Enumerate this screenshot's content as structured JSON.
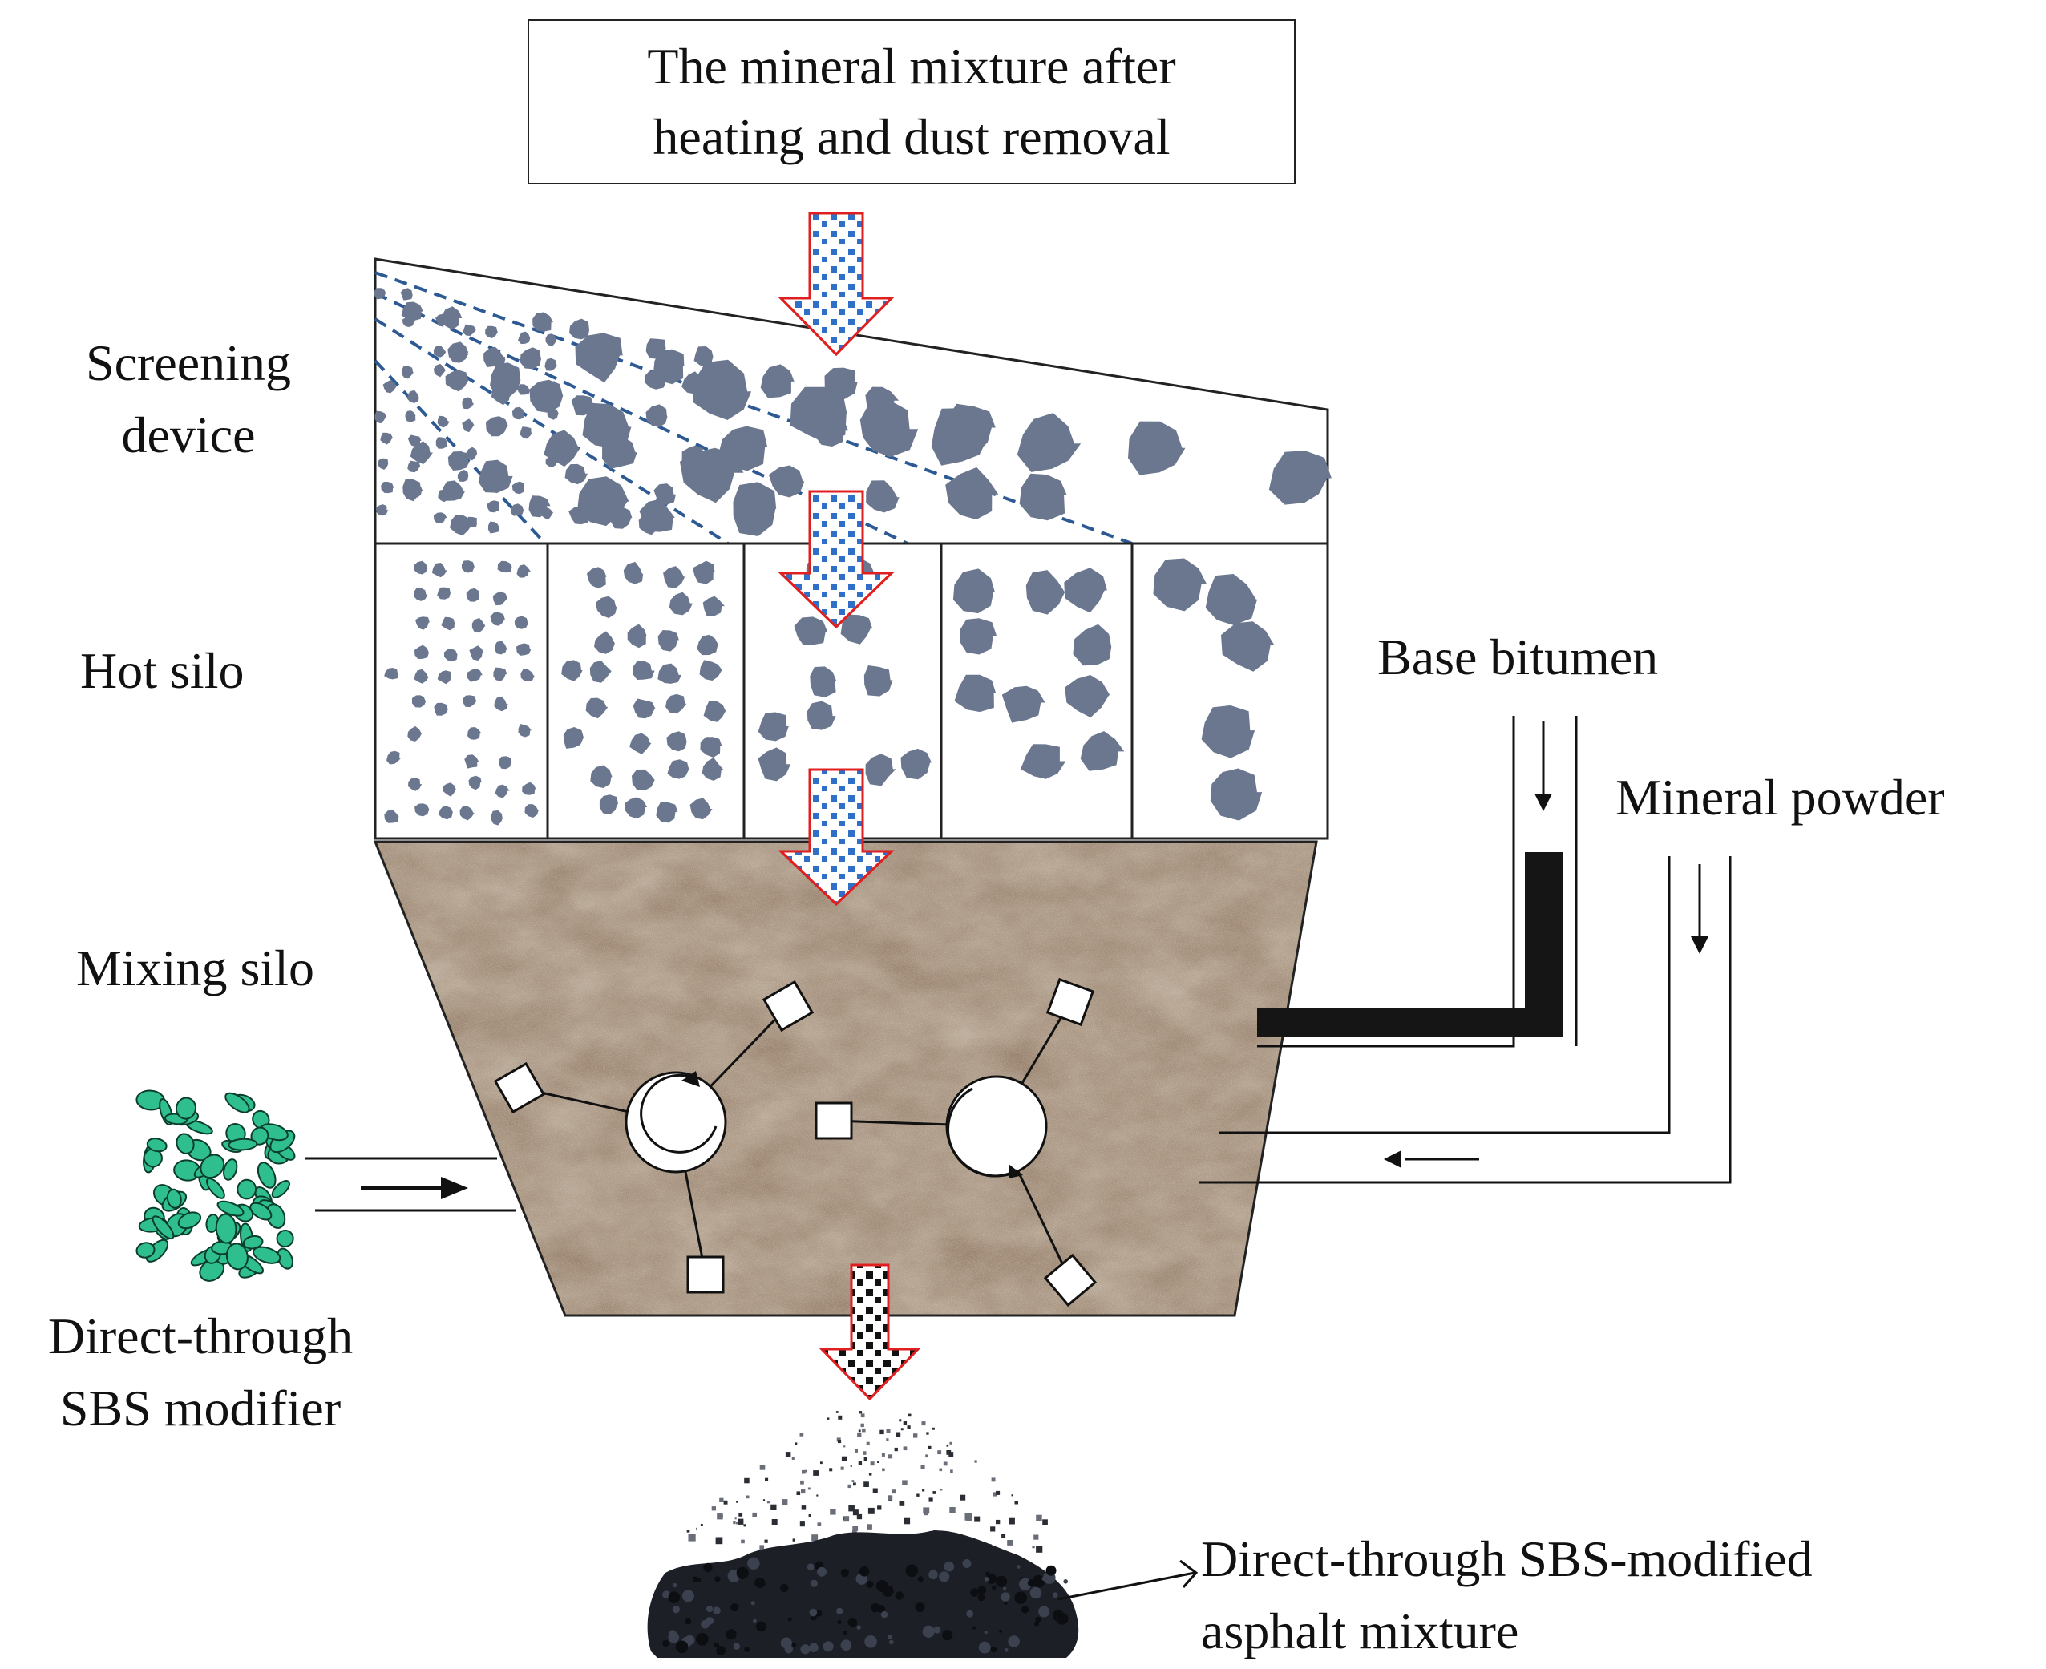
{
  "title_box": {
    "line1": "The mineral mixture after",
    "line2": "heating and dust removal"
  },
  "labels": {
    "screening": {
      "line1": "Screening",
      "line2": "device"
    },
    "hot_silo": "Hot silo",
    "mixing_silo": "Mixing silo",
    "base_bitumen": "Base bitumen",
    "mineral_powder": "Mineral powder",
    "modifier": {
      "line1": "Direct-through",
      "line2": "SBS modifier"
    },
    "product": {
      "line1": "Direct-through SBS-modified",
      "line2": "asphalt mixture"
    }
  },
  "colors": {
    "stone": "#6b778f",
    "screen_line": "#2e5a94",
    "arrow_border": "#e02020",
    "arrow_dots": "#2f6fc8",
    "mixing_fill": "#8d7560",
    "bitumen": "#151515",
    "modifier_green": "#2fbf8f",
    "asphalt": "#1c1f26"
  }
}
